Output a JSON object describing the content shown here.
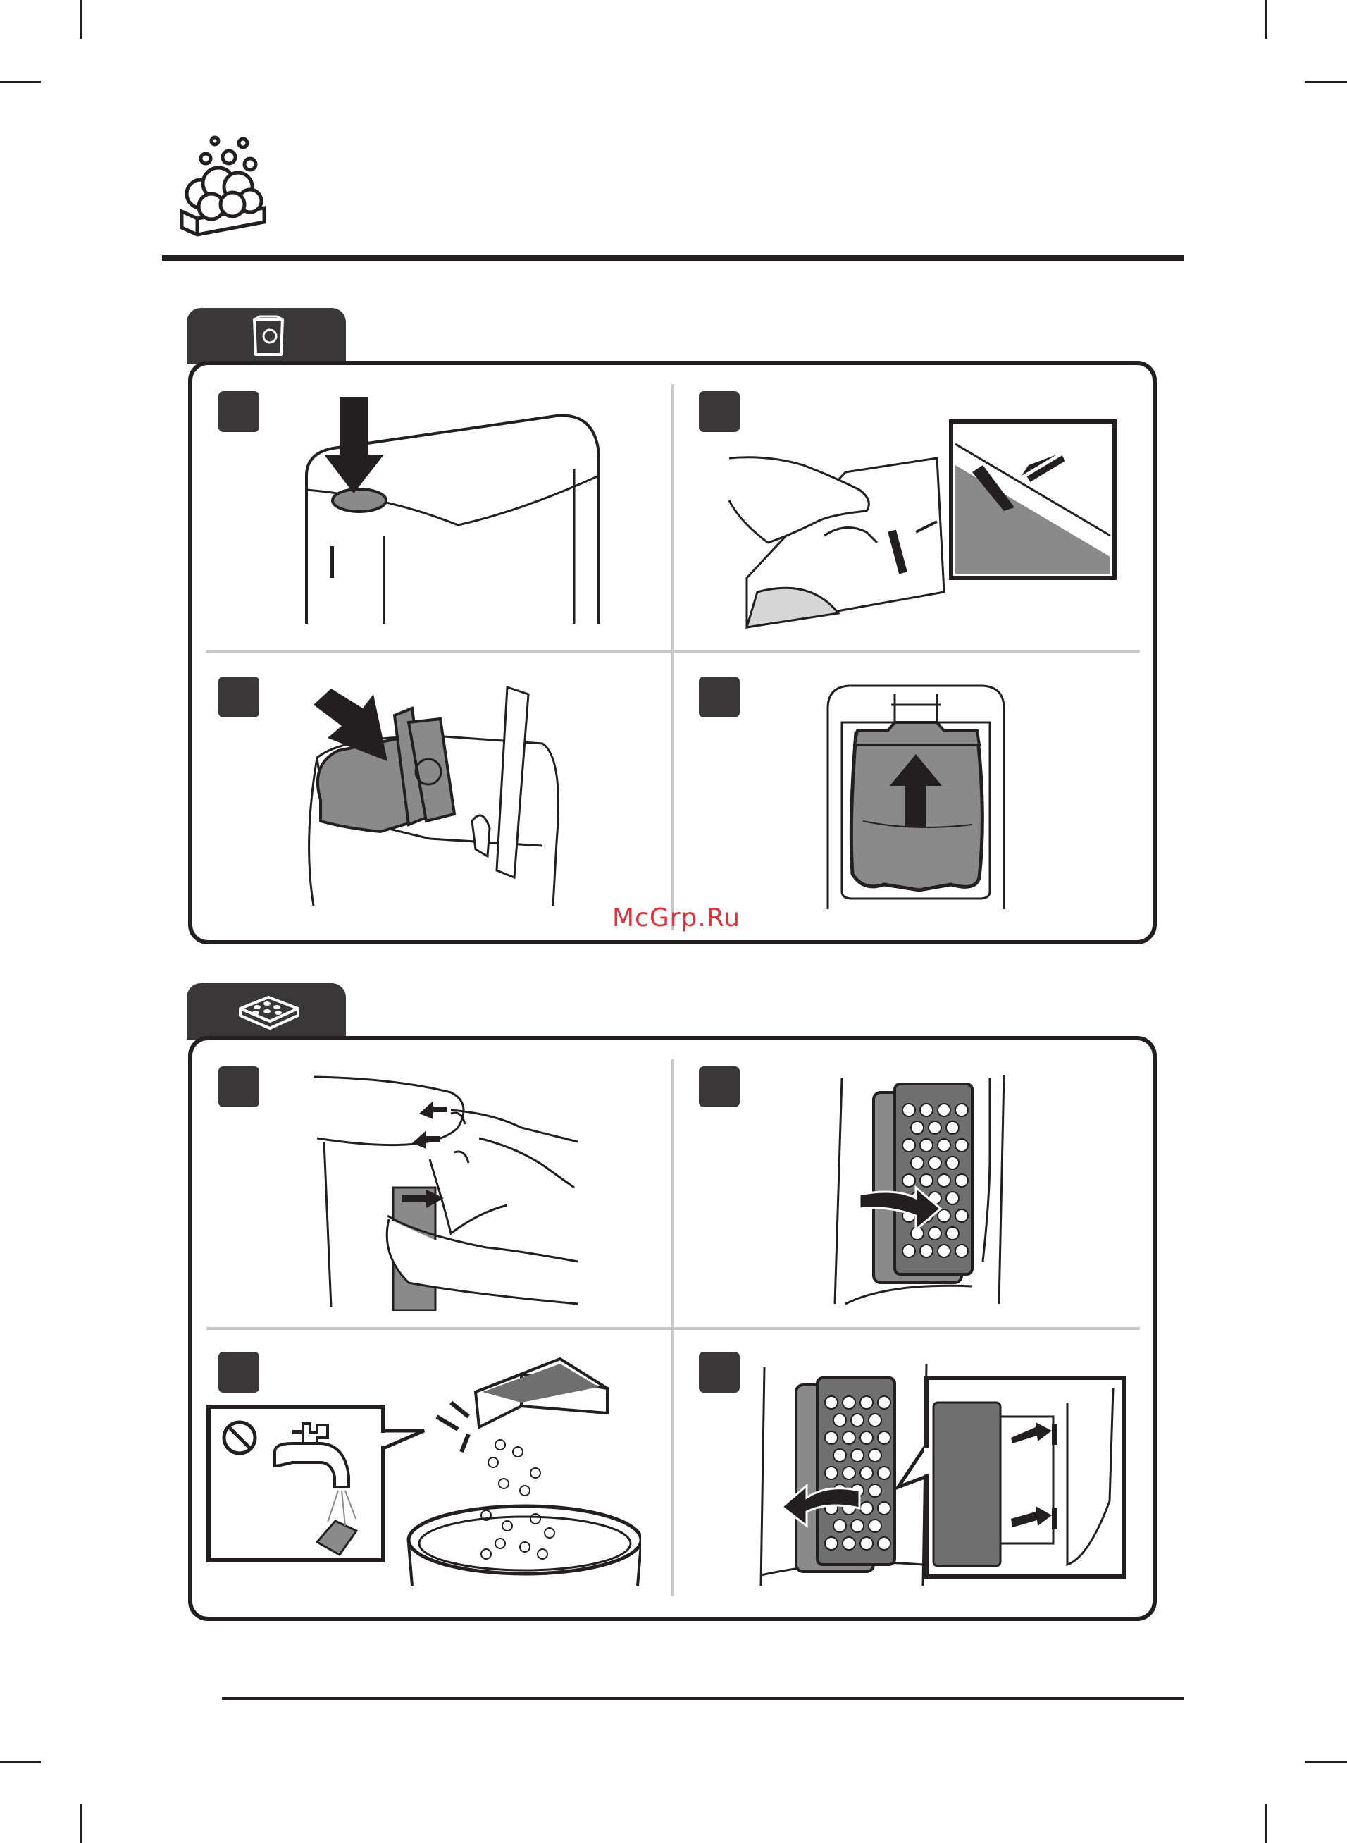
{
  "watermark": {
    "text": "McGrp.Ru",
    "color": "#e0303a"
  },
  "header": {
    "icon": "soap-bubbles-icon"
  },
  "sections": [
    {
      "tab_icon": "dust-bag-icon",
      "steps": [
        {
          "icon": "press-button-arrow"
        },
        {
          "icon": "detach-bag-tab"
        },
        {
          "icon": "insert-bag-arrow"
        },
        {
          "icon": "lift-bag-arrow"
        }
      ]
    },
    {
      "tab_icon": "filter-icon",
      "steps": [
        {
          "icon": "open-cover-arrows"
        },
        {
          "icon": "remove-filter-arrow"
        },
        {
          "icon": "empty-filter-no-water"
        },
        {
          "icon": "reinsert-filter-arrows"
        }
      ]
    }
  ],
  "colors": {
    "dark": "#231f20",
    "tab": "#3a3738",
    "bag": "#808080",
    "divider": "#c8c8c8"
  }
}
